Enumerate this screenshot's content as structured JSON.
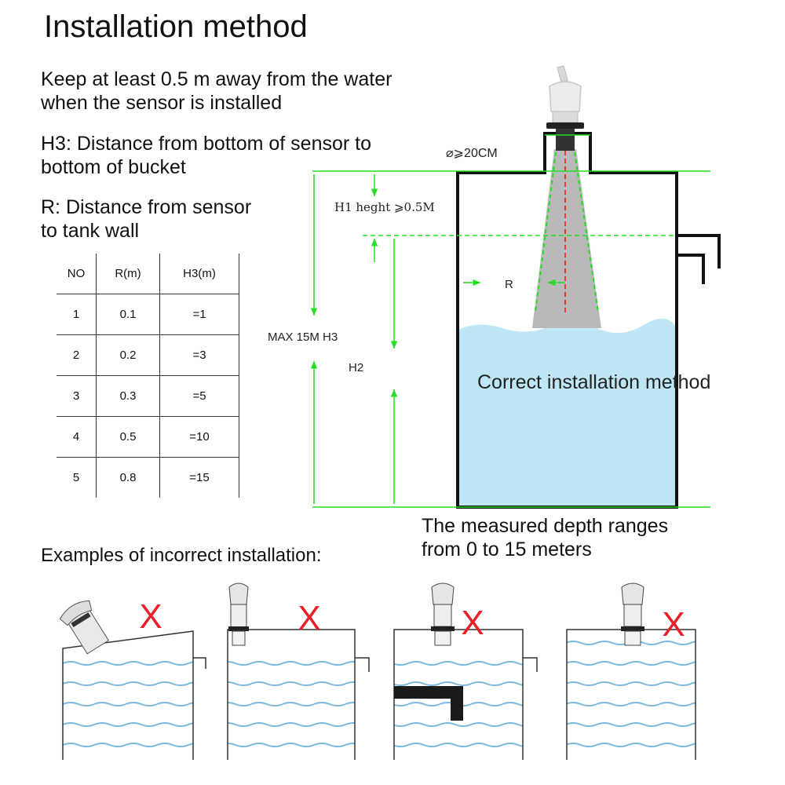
{
  "title": "Installation method",
  "notes": {
    "keep_away": [
      "Keep at least 0.5 m away from the water",
      "when the sensor is installed"
    ],
    "h3_def": [
      "H3: Distance from bottom of sensor to",
      "bottom of bucket"
    ],
    "r_def": [
      "R: Distance from sensor",
      "to tank wall"
    ]
  },
  "table": {
    "headers": [
      "NO",
      "R(m)",
      "H3(m)"
    ],
    "rows": [
      [
        "1",
        "0.1",
        "=1"
      ],
      [
        "2",
        "0.2",
        "=3"
      ],
      [
        "3",
        "0.3",
        "=5"
      ],
      [
        "4",
        "0.5",
        "=10"
      ],
      [
        "5",
        "0.8",
        "=15"
      ]
    ]
  },
  "diagram": {
    "diameter_label": "⌀⩾20CM",
    "h1_label": "H1 heght ⩾0.5M",
    "r_label": "R",
    "max_label": "MAX 15M H3",
    "h2_label": "H2",
    "tank_caption": "Correct installation method",
    "depth_note": [
      "The measured depth ranges",
      "from 0 to 15 meters"
    ]
  },
  "examples_label": "Examples of incorrect installation:",
  "incorrect_mark": "X",
  "colors": {
    "dimension_line": "#22dd22",
    "water": "#bfe6f5",
    "wave": "#7ab8de",
    "cross": "#e8202a",
    "beam": "#b9b9b9",
    "axis": "#e53935"
  }
}
